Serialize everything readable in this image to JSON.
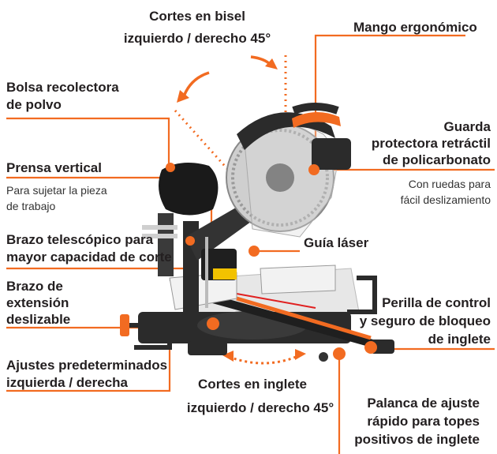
{
  "accent_color": "#f26b21",
  "labels": {
    "bevel": {
      "line1": "Cortes en bisel",
      "line2": "izquierdo /  derecho 45°"
    },
    "handle": "Mango ergonómico",
    "dust_bag": {
      "line1": "Bolsa recolectora",
      "line2": "de polvo"
    },
    "guard": {
      "line1": "Guarda",
      "line2": "protectora retráctil",
      "line3": "de policarbonato"
    },
    "guard_sub": {
      "line1": "Con ruedas para",
      "line2": "fácil deslizamiento"
    },
    "clamp": "Prensa vertical",
    "clamp_sub": {
      "line1": "Para sujetar la pieza",
      "line2": "de trabajo"
    },
    "telescopic": {
      "line1": "Brazo telescópico para",
      "line2": "mayor capacidad de corte"
    },
    "laser": "Guía láser",
    "extension": {
      "line1": "Brazo de",
      "line2": "extensión",
      "line3": "deslizable"
    },
    "knob": {
      "line1": "Perilla de control",
      "line2": "y seguro de bloqueo",
      "line3": "de inglete"
    },
    "presets": {
      "line1": "Ajustes predeterminados",
      "line2": "izquierda / derecha"
    },
    "miter": {
      "line1": "Cortes en inglete",
      "line2": "izquierdo /  derecho 45°"
    },
    "lever": {
      "line1": "Palanca de ajuste",
      "line2": "rápido para topes",
      "line3": "positivos de inglete"
    }
  },
  "icons": [
    "bevel-arrow-icon",
    "miter-arrow-icon",
    "miter-saw-illustration"
  ]
}
